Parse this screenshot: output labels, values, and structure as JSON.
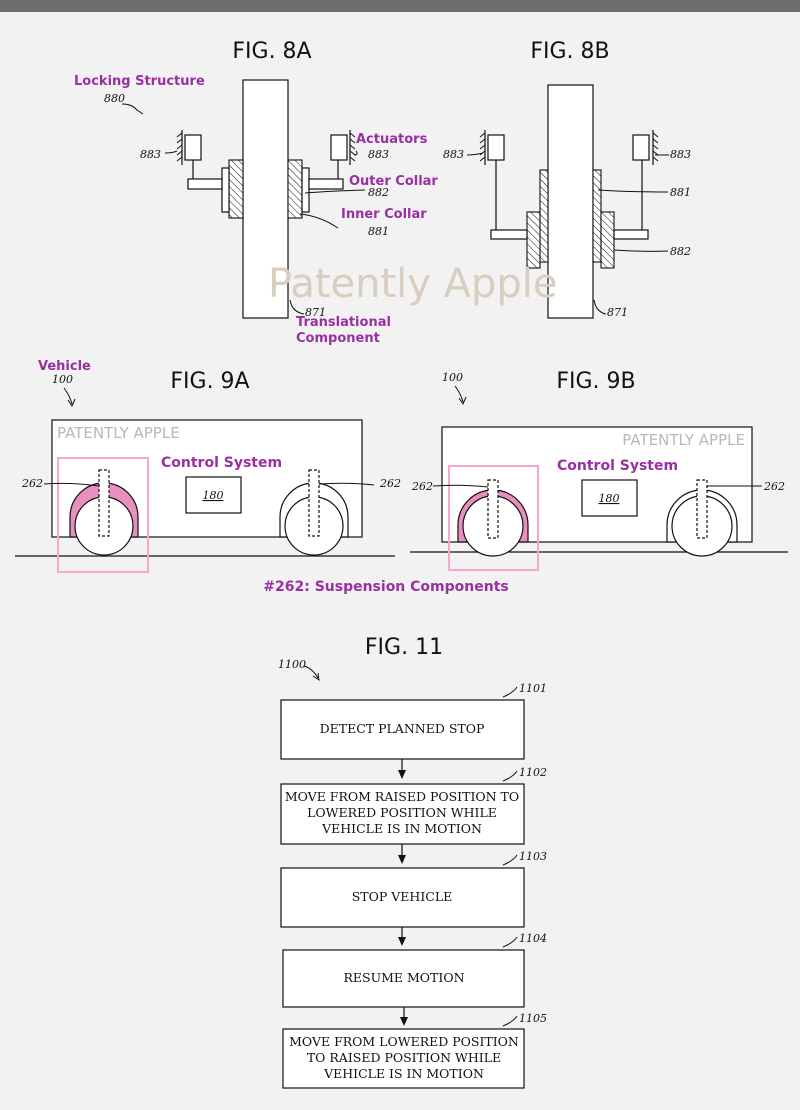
{
  "fig8a": {
    "title": "FIG. 8A",
    "locking_label": "Locking Structure",
    "ref_880": "880",
    "ref_883_left": "883",
    "actuators_label": "Actuators",
    "ref_883_right": "883",
    "outer_collar_label": "Outer Collar",
    "ref_882": "882",
    "inner_collar_label": "Inner Collar",
    "ref_881": "881",
    "ref_871": "871",
    "translational_line1": "Translational",
    "translational_line2": "Component"
  },
  "watermark": "Patently Apple",
  "fig8b": {
    "title": "FIG. 8B",
    "ref_883_left": "883",
    "ref_883_right": "883",
    "ref_881": "881",
    "ref_882": "882",
    "ref_871": "871"
  },
  "fig9a": {
    "title": "FIG. 9A",
    "vehicle_label": "Vehicle",
    "ref_100": "100",
    "watermark": "PATENTLY APPLE",
    "control_label": "Control System",
    "ref_180": "180",
    "ref_262_left": "262",
    "ref_262_right": "262"
  },
  "fig9b": {
    "title": "FIG. 9B",
    "ref_100": "100",
    "watermark": "PATENTLY APPLE",
    "control_label": "Control System",
    "ref_180": "180",
    "ref_262_left": "262",
    "ref_262_right": "262"
  },
  "suspension_caption": "#262: Suspension Components",
  "fig11": {
    "title": "FIG. 11",
    "ref_1100": "1100",
    "steps": [
      {
        "ref": "1101",
        "lines": [
          "DETECT PLANNED STOP"
        ]
      },
      {
        "ref": "1102",
        "lines": [
          "MOVE FROM RAISED POSITION TO",
          "LOWERED POSITION WHILE",
          "VEHICLE IS IN MOTION"
        ]
      },
      {
        "ref": "1103",
        "lines": [
          "STOP VEHICLE"
        ]
      },
      {
        "ref": "1104",
        "lines": [
          "RESUME MOTION"
        ]
      },
      {
        "ref": "1105",
        "lines": [
          "MOVE FROM LOWERED POSITION",
          "TO RAISED POSITION WHILE",
          "VEHICLE IS IN MOTION"
        ]
      }
    ]
  },
  "colors": {
    "annotation": "#9a2fa4",
    "highlight_pink": "#e88fc0",
    "watermark": "#d9cdbd"
  }
}
